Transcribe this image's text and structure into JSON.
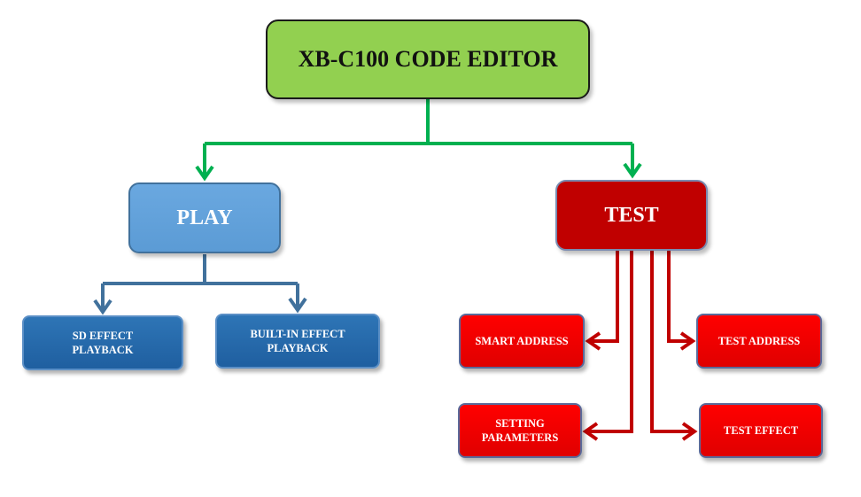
{
  "colors": {
    "root_fill": "#92d050",
    "green_connector": "#00b050",
    "play_fill": "#5b9bd5",
    "blue_connector": "#41719c",
    "blue_leaf_fill": "#1f5fa0",
    "test_fill": "#c00000",
    "red_connector": "#c00000",
    "red_leaf_fill": "#ff0000"
  },
  "root": {
    "label": "XB-C100  CODE EDITOR"
  },
  "play": {
    "label": "PLAY",
    "children": [
      {
        "label": "SD EFFECT\nPLAYBACK"
      },
      {
        "label": "BUILT-IN EFFECT\nPLAYBACK"
      }
    ]
  },
  "test": {
    "label": "TEST",
    "children": [
      {
        "label": "SMART ADDRESS"
      },
      {
        "label": "TEST ADDRESS"
      },
      {
        "label": "SETTING\nPARAMETERS"
      },
      {
        "label": "TEST EFFECT"
      }
    ]
  }
}
